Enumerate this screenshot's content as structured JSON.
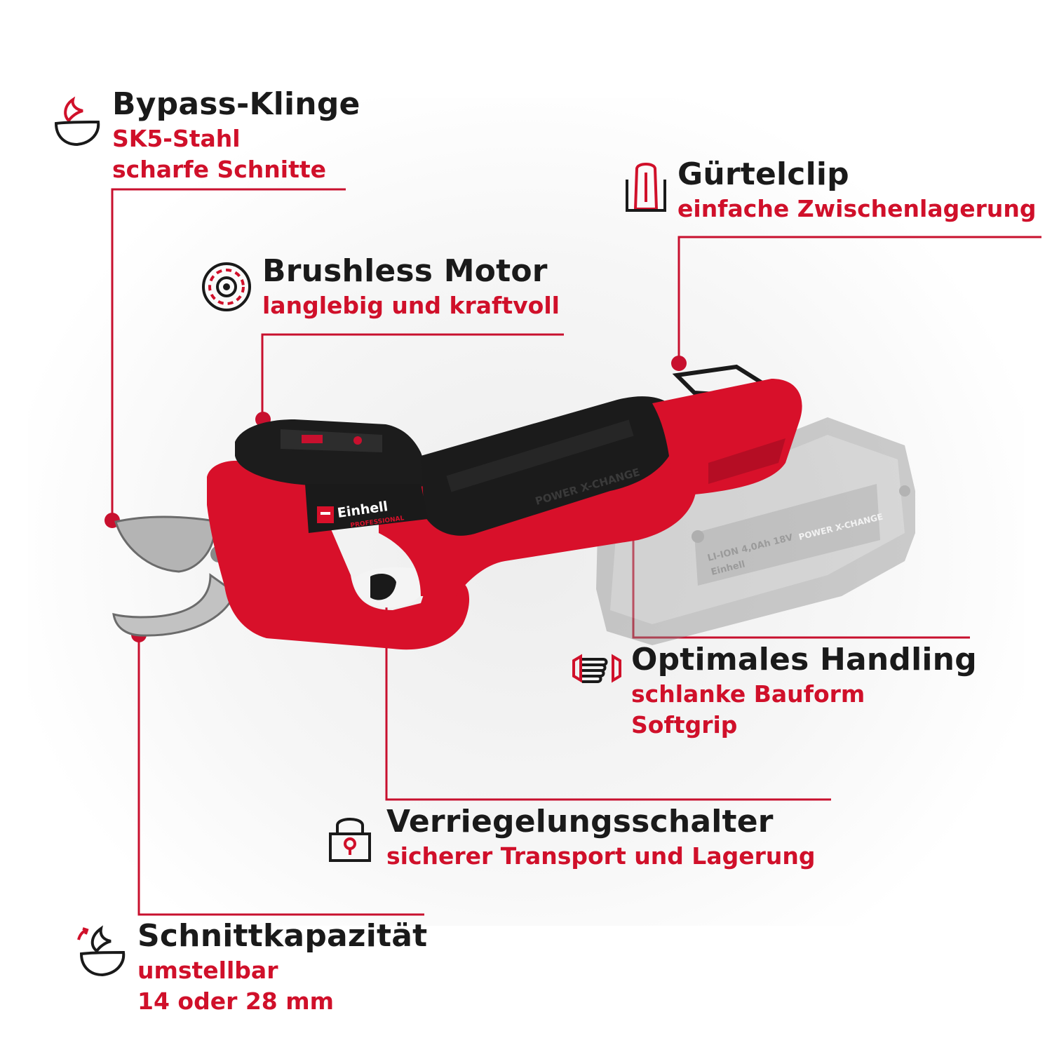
{
  "colors": {
    "accent": "#d0102a",
    "text": "#1a1a1a",
    "leader": "#c8102e"
  },
  "product": {
    "brand": "Einhell",
    "brand_line": "PROFESSIONAL",
    "handle_label": "POWER X-CHANGE",
    "battery_spec": "LI-ION 4,0Ah 18V",
    "battery_brand": "Einhell",
    "battery_badge": "POWER X-CHANGE"
  },
  "callouts": {
    "blade": {
      "icon": "blade-icon",
      "title": "Bypass-Klinge",
      "lines": [
        "SK5-Stahl",
        "scharfe Schnitte"
      ]
    },
    "motor": {
      "icon": "motor-icon",
      "title": "Brushless Motor",
      "lines": [
        "langlebig und kraftvoll"
      ]
    },
    "clip": {
      "icon": "belt-clip-icon",
      "title": "Gürtelclip",
      "lines": [
        "einfache Zwischenlagerung"
      ]
    },
    "handle": {
      "icon": "hand-grip-icon",
      "title": "Optimales Handling",
      "lines": [
        "schlanke Bauform",
        "Softgrip"
      ]
    },
    "lock": {
      "icon": "padlock-icon",
      "title": "Verriegelungsschalter",
      "lines": [
        "sicherer Transport und Lagerung"
      ]
    },
    "cut": {
      "icon": "cut-capacity-icon",
      "title": "Schnittkapazität",
      "lines": [
        "umstellbar",
        "14 oder 28 mm"
      ]
    }
  }
}
